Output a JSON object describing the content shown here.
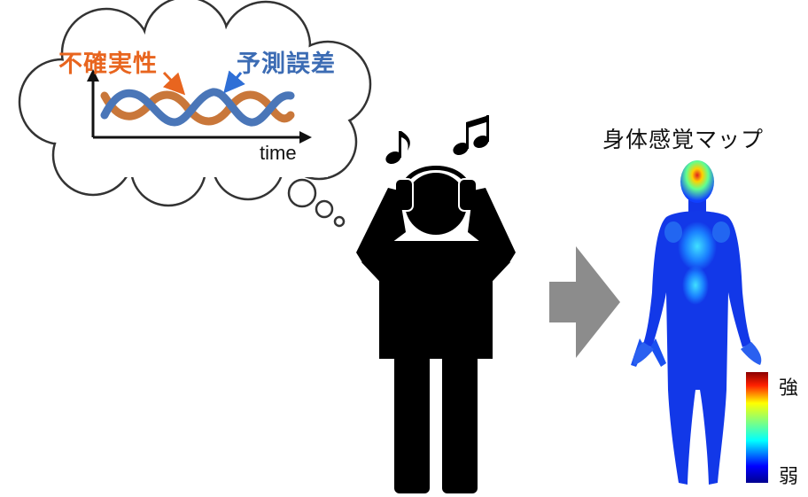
{
  "thought_bubble": {
    "uncertainty_label": "不確実性",
    "prediction_error_label": "予測誤差",
    "time_axis_label": "time",
    "colors": {
      "uncertainty": "#c9773a",
      "prediction_error": "#4a76b8"
    }
  },
  "listener": {
    "person_icon": "person-with-headphones-icon",
    "note_icons": [
      "eighth-note-icon",
      "beamed-notes-icon"
    ]
  },
  "arrow_icon": "right-arrow-icon",
  "body_map": {
    "title": "身体感覚マップ",
    "colorbar": {
      "max_label": "強",
      "min_label": "弱"
    }
  }
}
